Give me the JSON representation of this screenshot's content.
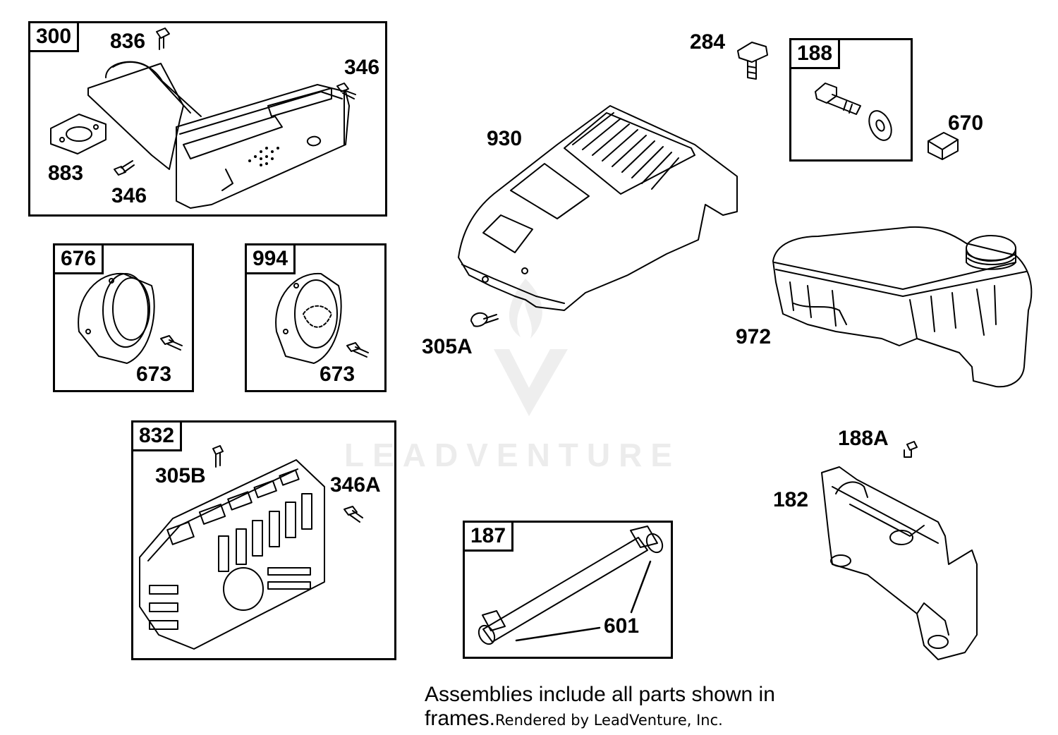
{
  "frames": {
    "f300": "300",
    "f676": "676",
    "f994": "994",
    "f832": "832",
    "f188": "188",
    "f187": "187"
  },
  "labels": {
    "p836": "836",
    "p346_top": "346",
    "p883": "883",
    "p346_bottom": "346",
    "p673_a": "673",
    "p673_b": "673",
    "p305B": "305B",
    "p346A": "346A",
    "p930": "930",
    "p305A": "305A",
    "p284": "284",
    "p670": "670",
    "p972": "972",
    "p188A": "188A",
    "p182": "182",
    "p601": "601"
  },
  "footer": {
    "note": "Assemblies include all parts shown in frames.",
    "credit": "Rendered by LeadVenture, Inc."
  },
  "watermark": {
    "text": "LEADVENTURE"
  }
}
